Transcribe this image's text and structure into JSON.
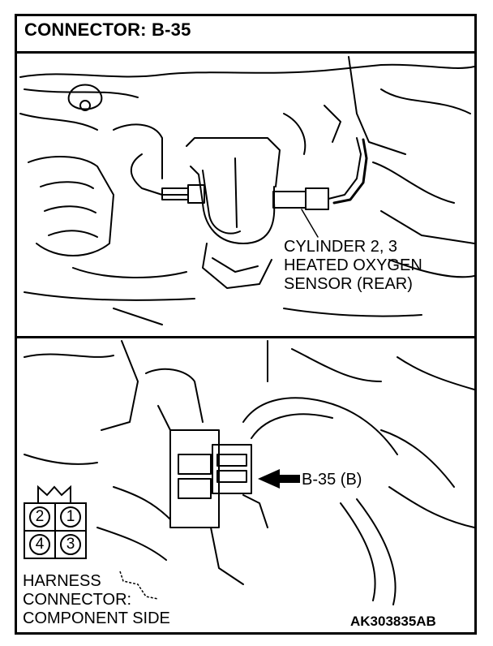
{
  "header": {
    "title": "CONNECTOR: B-35"
  },
  "top_view": {
    "callout": [
      "CYLINDER 2, 3",
      "HEATED OXYGEN",
      "SENSOR (REAR)"
    ]
  },
  "bottom_view": {
    "connector_callout": "B-35 (B)",
    "harness_label": [
      "HARNESS",
      "CONNECTOR:",
      "COMPONENT SIDE"
    ],
    "pins": [
      "2",
      "1",
      "4",
      "3"
    ]
  },
  "footer": {
    "code": "AK303835AB"
  }
}
